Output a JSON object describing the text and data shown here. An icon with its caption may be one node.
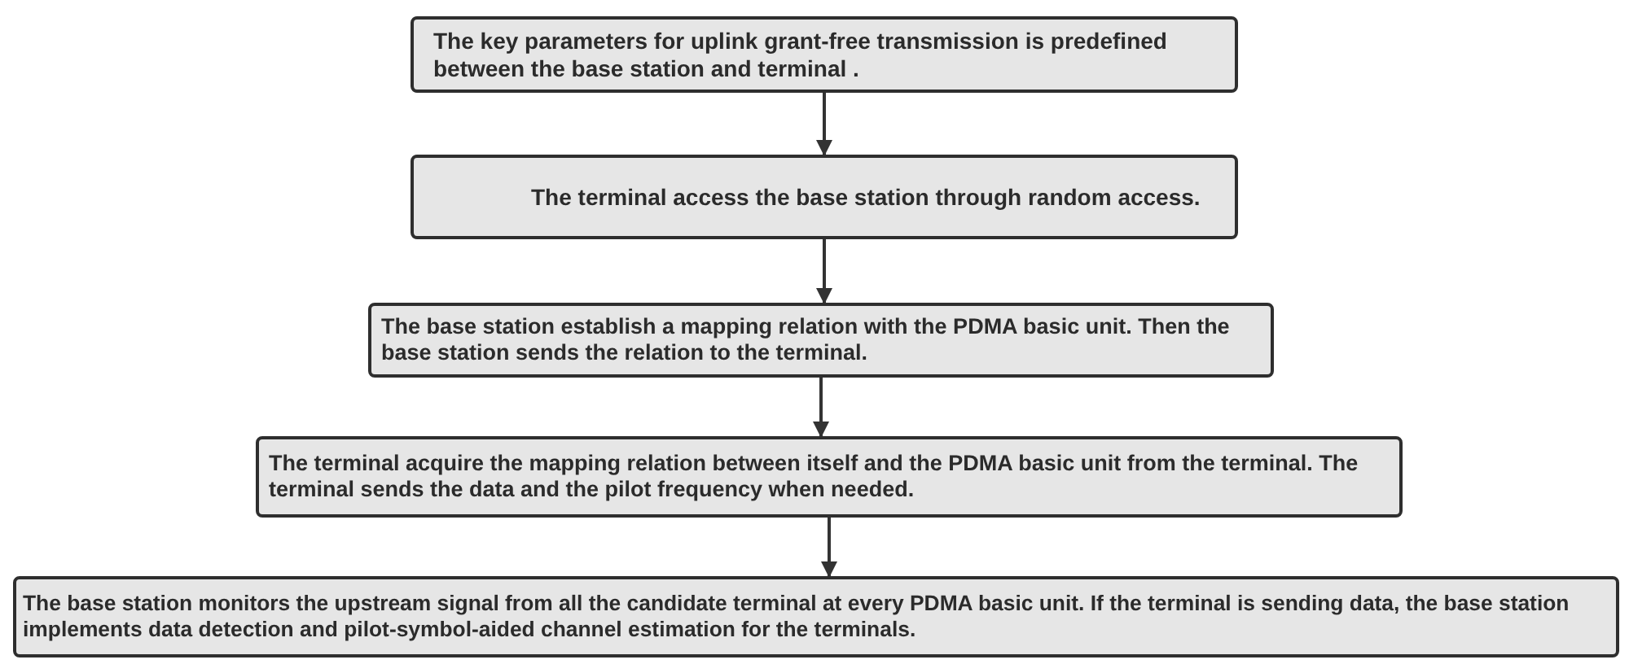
{
  "diagram": {
    "nodes": [
      {
        "text": [
          "The key parameters for uplink grant-free transmission is predefined between the base station and terminal ."
        ]
      },
      {
        "text": [
          "The terminal access the base station through random access."
        ]
      },
      {
        "text": [
          "The base station establish a mapping relation with the PDMA basic unit. Then the base station sends the relation to the terminal."
        ]
      },
      {
        "text": [
          "The terminal acquire the mapping relation between itself and the PDMA basic unit from the terminal. The terminal sends the data and the pilot frequency when needed."
        ]
      },
      {
        "text": [
          "The base station monitors the upstream signal from all the candidate terminal at every PDMA basic unit. If the terminal is sending data, the base station implements data detection and pilot-symbol-aided channel estimation for the terminals."
        ]
      }
    ],
    "edges": [
      {
        "from": 0,
        "to": 1,
        "arrow": "to"
      },
      {
        "from": 1,
        "to": 2,
        "arrow": "to"
      },
      {
        "from": 2,
        "to": 3,
        "arrow": "to"
      },
      {
        "from": 3,
        "to": 4,
        "arrow": "to"
      }
    ]
  }
}
